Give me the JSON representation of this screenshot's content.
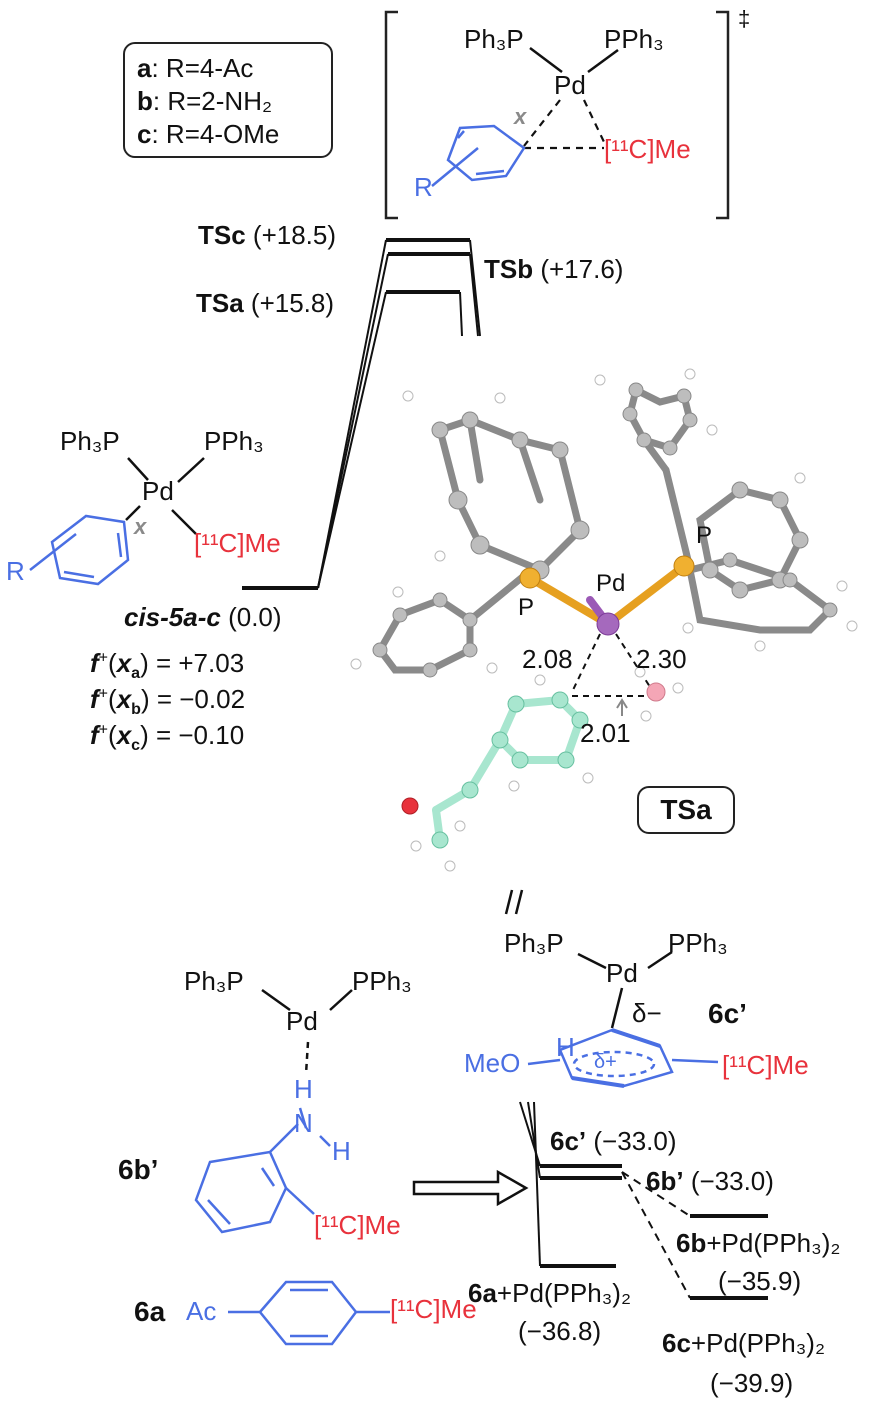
{
  "legend": {
    "rows": [
      {
        "key": "a",
        "text": ": R=4-Ac"
      },
      {
        "key": "b",
        "text": ": R=2-NH₂"
      },
      {
        "key": "c",
        "text": ": R=4-OMe"
      }
    ]
  },
  "ts_structure": {
    "ligand_left": "Ph₃P",
    "ligand_right": "PPh₃",
    "metal": "Pd",
    "ipso_label": "x",
    "substituent": "R",
    "label_11c_me": "[¹¹C]Me",
    "dagger": "‡"
  },
  "levels": {
    "tsc": {
      "label": "TSc",
      "value": "(+18.5)"
    },
    "tsb": {
      "label": "TSb",
      "value": "(+17.6)"
    },
    "tsa": {
      "label": "TSa",
      "value": "(+15.8)"
    },
    "cis5": {
      "label": "cis-5a-c",
      "value": "(0.0)"
    },
    "c6c": {
      "label": "6c’",
      "value": "(−33.0)"
    },
    "c6b": {
      "label": "6b’",
      "value": "(−33.0)"
    },
    "c6b_free": {
      "label": "6b",
      "suffix": "+Pd(PPh₃)₂",
      "value": "(−35.9)"
    },
    "c6a_free": {
      "label": "6a",
      "suffix": "+Pd(PPh₃)₂",
      "value": "(−36.8)"
    },
    "c6c_free": {
      "label": "6c",
      "suffix": "+Pd(PPh₃)₂",
      "value": "(−39.9)"
    }
  },
  "fukui": [
    {
      "site": "a",
      "value": "= +7.03"
    },
    {
      "site": "b",
      "value": "= −0.02"
    },
    {
      "site": "c",
      "value": "= −0.10"
    }
  ],
  "model3d": {
    "p_left": "P",
    "p_right": "P",
    "pd": "Pd",
    "d_pd_c": "2.08",
    "d_pd_me": "2.30",
    "d_c_me": "2.01",
    "tag": "TSa"
  },
  "complex_6c": {
    "label": "6c’",
    "equals": "||",
    "ligand_left": "Ph₃P",
    "ligand_right": "PPh₃",
    "metal": "Pd",
    "delta_minus": "δ−",
    "delta_plus": "δ+",
    "h": "H",
    "meo": "MeO",
    "me": "[¹¹C]Me"
  },
  "complex_6b": {
    "label": "6b’",
    "ligand_left": "Ph₃P",
    "ligand_right": "PPh₃",
    "metal": "Pd",
    "h1": "H",
    "n": "N",
    "h2": "H",
    "me": "[¹¹C]Me"
  },
  "product_6a": {
    "label": "6a",
    "ac": "Ac",
    "me": "[¹¹C]Me"
  },
  "colors": {
    "blue": "#4a6fe3",
    "red": "#e8323c",
    "pd_purple": "#9b59b6",
    "p_orange": "#e6a020",
    "bg": "#ffffff"
  }
}
